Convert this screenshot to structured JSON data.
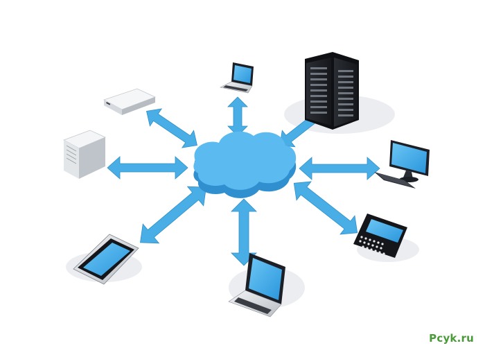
{
  "watermark": {
    "text": "Pcyk.ru"
  },
  "colors": {
    "cloud": "#3fa9e6",
    "cloud_top": "#5bbaf0",
    "arrow": "#49aee6",
    "screen": "#3aa8ea",
    "device_dark": "#1c1f26",
    "device_silver": "#c9cdd2",
    "watermark": "#4a9a3a"
  },
  "nodes": [
    {
      "id": "cloud",
      "icon": "cloud-icon"
    },
    {
      "id": "laptop-top",
      "icon": "laptop-icon"
    },
    {
      "id": "server-rack",
      "icon": "server-rack-icon"
    },
    {
      "id": "desktop-monitor",
      "icon": "desktop-monitor-icon"
    },
    {
      "id": "blackberry-phone",
      "icon": "smartphone-keyboard-icon"
    },
    {
      "id": "laptop-bottom",
      "icon": "laptop-icon"
    },
    {
      "id": "smartphone",
      "icon": "smartphone-icon"
    },
    {
      "id": "tower-server",
      "icon": "tower-server-icon"
    },
    {
      "id": "network-box",
      "icon": "network-appliance-icon"
    }
  ]
}
